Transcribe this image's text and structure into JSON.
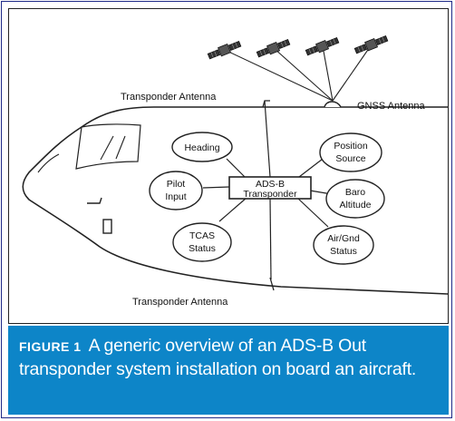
{
  "diagram": {
    "labels": {
      "transponder_antenna_top": "Transponder Antenna",
      "transponder_antenna_bottom": "Transponder Antenna",
      "gnss_antenna": "GNSS Antenna"
    },
    "hub": {
      "line1": "ADS-B",
      "line2": "Transponder"
    },
    "nodes": {
      "heading": {
        "line1": "Heading",
        "line2": ""
      },
      "position_source": {
        "line1": "Position",
        "line2": "Source"
      },
      "pilot_input": {
        "line1": "Pilot",
        "line2": "Input"
      },
      "baro_altitude": {
        "line1": "Baro",
        "line2": "Altitude"
      },
      "tcas_status": {
        "line1": "TCAS",
        "line2": "Status"
      },
      "air_gnd_status": {
        "line1": "Air/Gnd",
        "line2": "Status"
      }
    },
    "satellite_count": 4
  },
  "caption": {
    "figure_label": "FIGURE 1",
    "text": "A generic overview of an ADS-B Out transponder system installation on board an aircraft."
  },
  "colors": {
    "caption_bg": "#0d85c8",
    "frame_border": "#1e2a88",
    "ink": "#111111"
  }
}
